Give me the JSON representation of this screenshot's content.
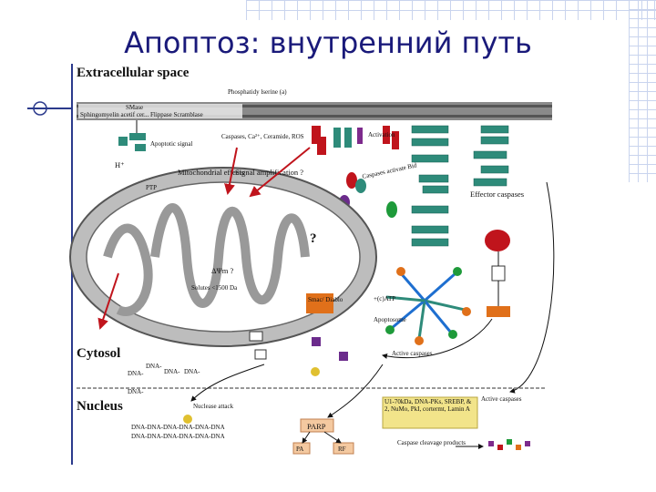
{
  "title": "Апоптоз: внутренний путь",
  "regions": {
    "extracellular": "Extracellular space",
    "cytosol": "Cytosol",
    "nucleus": "Nucleus"
  },
  "labels": {
    "phosphatidylserine": "Phosphatidy lserine (a)",
    "smase": "SMase",
    "membrane_text": "Sphingomyelin acetif cer... Flippase Scramblase",
    "apoptotic_signal": "Apoptotic signal",
    "caspases_ros": "Caspases, Ca²⁺, Ceramide, ROS",
    "activation": "Activation",
    "mito_effects": "Mitochondrial effects",
    "signal_amp": "Signal amplification ?",
    "caspases_activate_bid": "Caspases activate Bid",
    "effector_caspases": "Effector caspases",
    "ptp": "PTP",
    "delta_psi": "ΔΨm ?",
    "solutes": "Solutes <1500 Da",
    "smac_diablo": "Smac/ Diablo",
    "catp": "+(c)ATP",
    "apoptosome": "Apoptosome",
    "active_caspases": "Active caspases",
    "active_caspases2": "Active caspases",
    "nuclease_attack": "Nuclease attack",
    "parp": "PARP",
    "pa": "PA",
    "rf": "RF",
    "substrates": "U1-70kDa, DNA-PKs, SREBP, & 2, NuMo, PkI, cortermt, Lamin A",
    "cleavage": "Caspase cleavage products",
    "h_plus": "H⁺",
    "dna_chain1": "DNA-DNA-DNA-DNA-DNA-DNA",
    "dna_chain2": "DNA-DNA-DNA-DNA-DNA-DNA",
    "dna_frag": "DNA-",
    "question": "?"
  },
  "colors": {
    "title": "#1a1a7a",
    "mitochondrion": "#bdbdbd",
    "matrix": "#ffffff",
    "membrane": "#8c8c8c",
    "caspase_box": "#2e8b7a",
    "red_protein": "#c0141c",
    "orange_protein": "#e0701a",
    "blue_arrow": "#1e6fd0",
    "substrate_box": "#f2e48a",
    "parp_box": "#f4c9a0"
  }
}
